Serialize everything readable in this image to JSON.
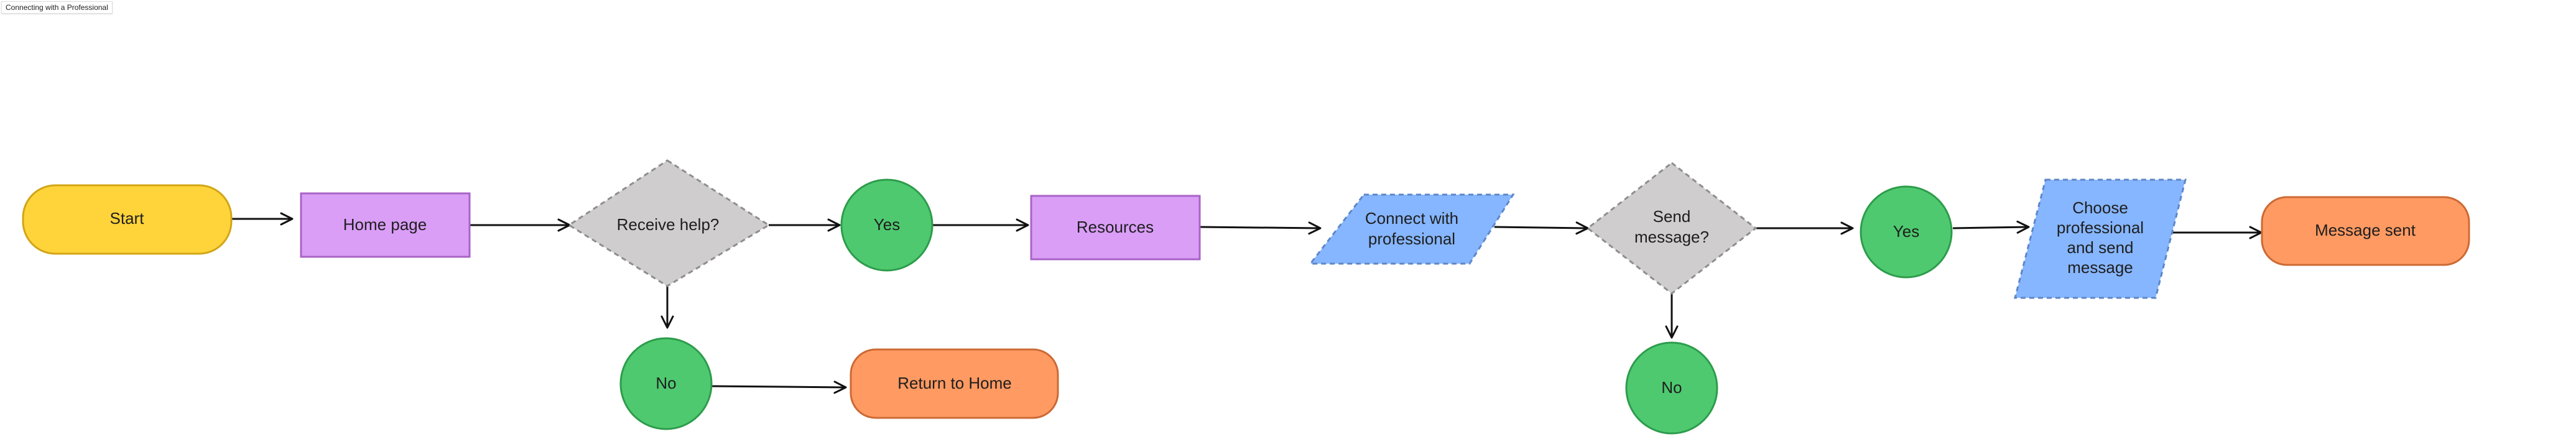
{
  "tab_title": "Connecting with a Professional",
  "nodes": {
    "start": {
      "lines": [
        "Start"
      ],
      "color": "#ffd43b"
    },
    "home_page": {
      "lines": [
        "Home page"
      ],
      "color": "#da9ef7"
    },
    "receive_help": {
      "lines": [
        "Receive help?"
      ],
      "color": "#cfcdcd"
    },
    "yes_1": {
      "lines": [
        "Yes"
      ],
      "color": "#4ec96f"
    },
    "no_1": {
      "lines": [
        "No"
      ],
      "color": "#4ec96f"
    },
    "return_home": {
      "lines": [
        "Return to Home"
      ],
      "color": "#ff9a62"
    },
    "resources": {
      "lines": [
        "Resources"
      ],
      "color": "#da9ef7"
    },
    "connect_professional": {
      "lines": [
        "Connect with",
        "professional"
      ],
      "color": "#86b6ff"
    },
    "send_message": {
      "lines": [
        "Send",
        "message?"
      ],
      "color": "#cfcdcd"
    },
    "yes_2": {
      "lines": [
        "Yes"
      ],
      "color": "#4ec96f"
    },
    "no_2": {
      "lines": [
        "No"
      ],
      "color": "#4ec96f"
    },
    "choose_professional": {
      "lines": [
        "Choose",
        "professional",
        "and send",
        "message"
      ],
      "color": "#86b6ff"
    },
    "message_sent": {
      "lines": [
        "Message sent"
      ],
      "color": "#ff9a62"
    }
  }
}
